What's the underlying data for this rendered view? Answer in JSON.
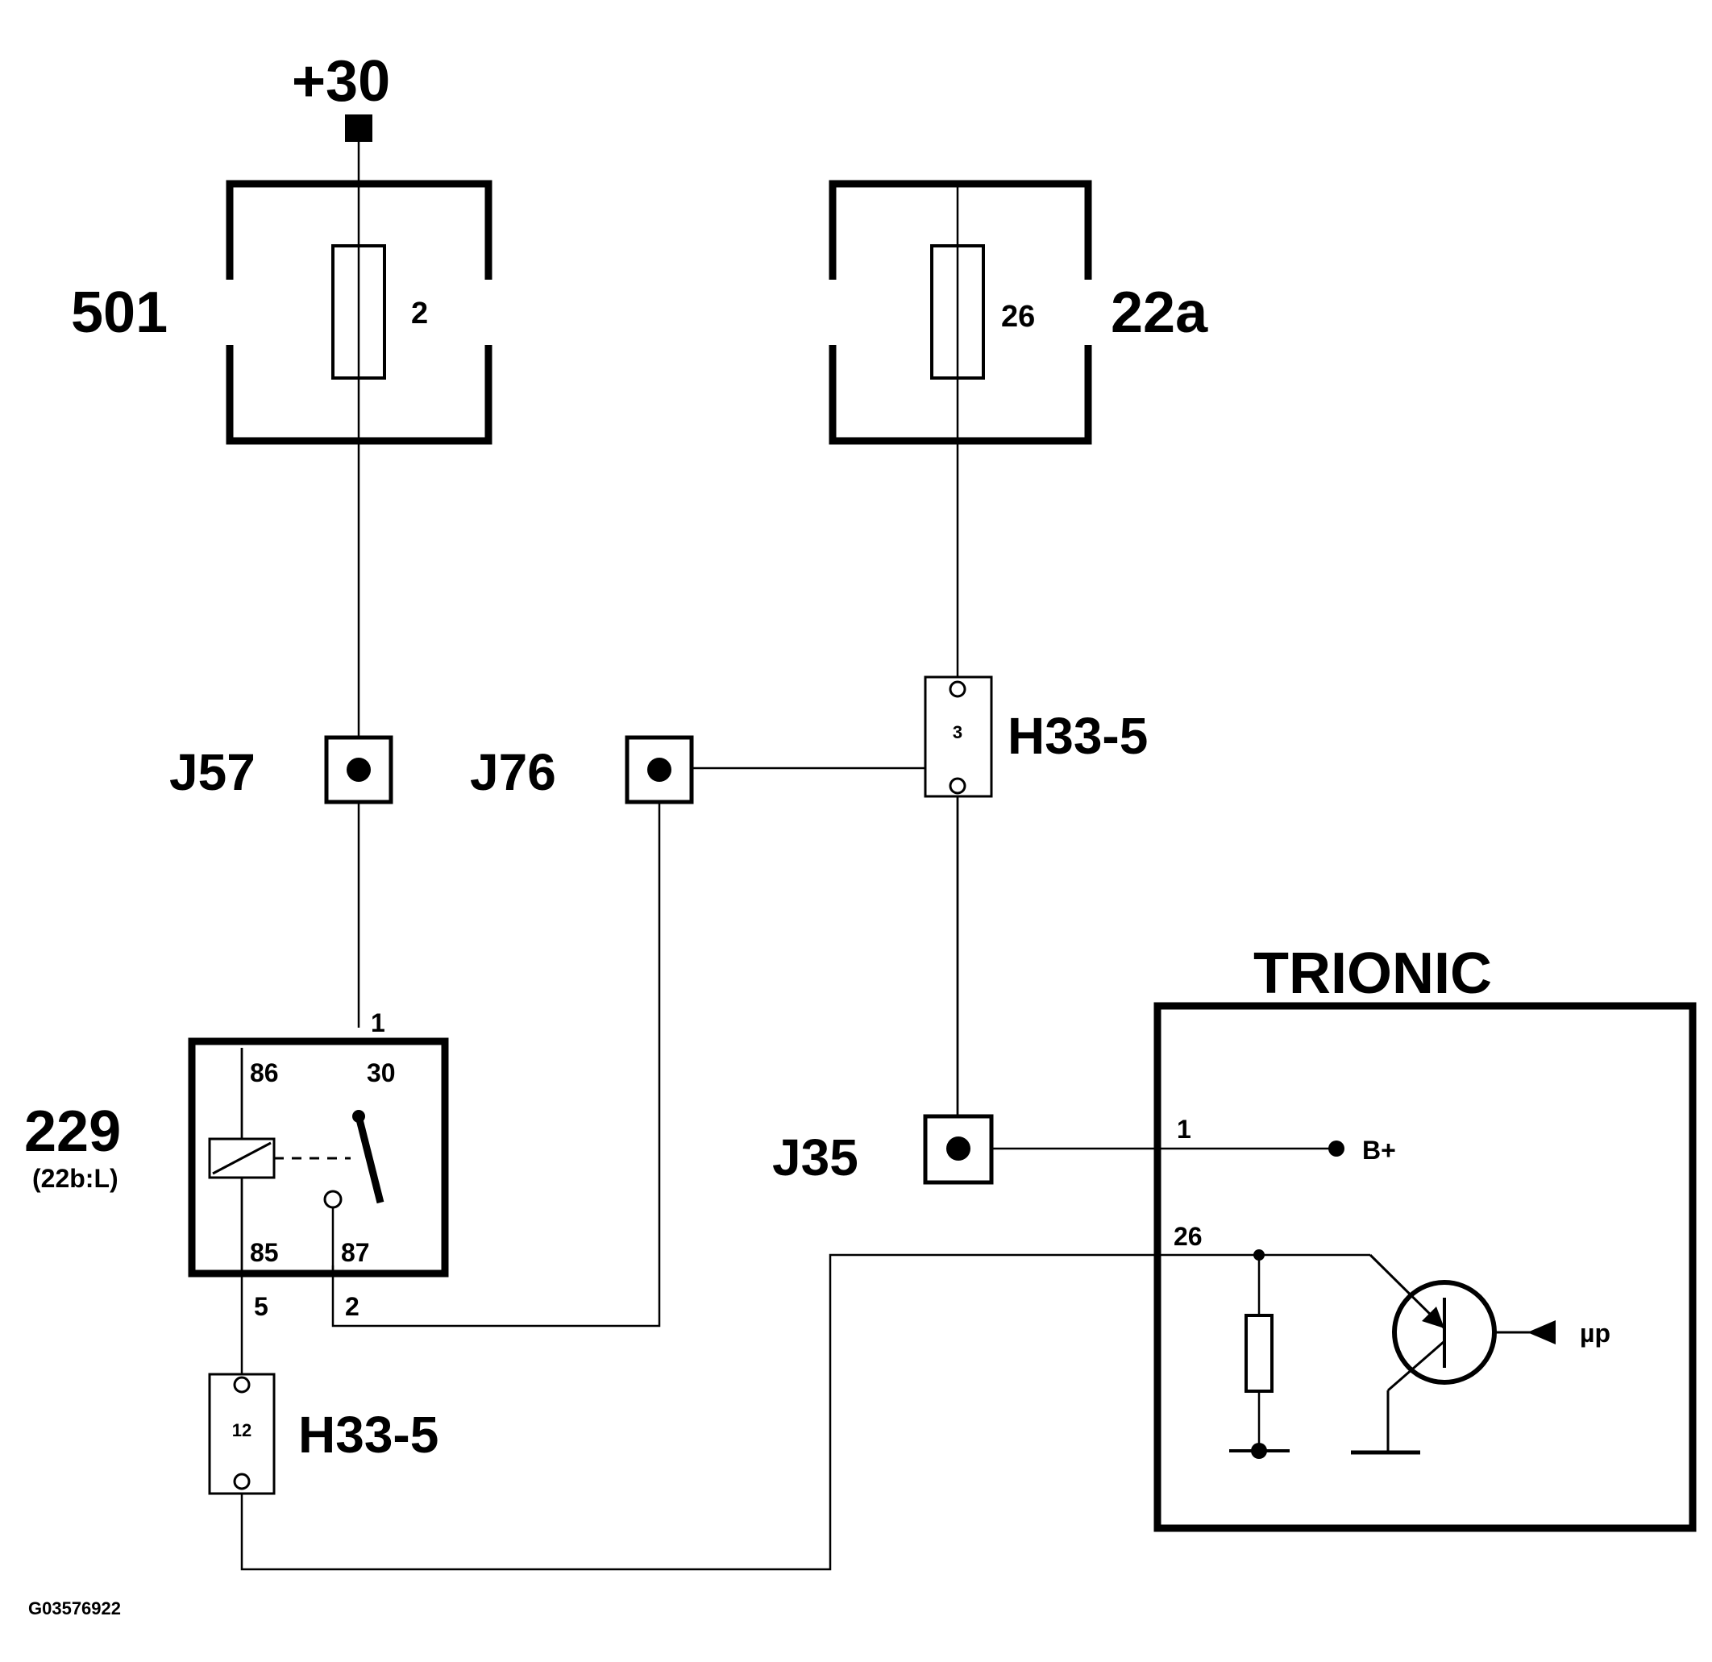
{
  "supply": {
    "label": "+30"
  },
  "fuse_box_left": {
    "id": "501",
    "fuse": "2"
  },
  "fuse_box_right": {
    "id": "22a",
    "fuse": "26"
  },
  "junctions": {
    "j57": "J57",
    "j76": "J76",
    "j35": "J35"
  },
  "connector_upper": {
    "id": "H33-5",
    "pin": "3"
  },
  "connector_lower": {
    "id": "H33-5",
    "pin": "12"
  },
  "relay": {
    "id": "229",
    "subtitle": "(22b:L)",
    "pin_in": "1",
    "term_86": "86",
    "term_30": "30",
    "term_85": "85",
    "term_87": "87",
    "pin_5": "5",
    "pin_2": "2"
  },
  "ecu": {
    "title": "TRIONIC",
    "pin_1": "1",
    "pin_26": "26",
    "b_plus": "B+",
    "mu_p": "µp"
  },
  "figure_code": "G03576922"
}
